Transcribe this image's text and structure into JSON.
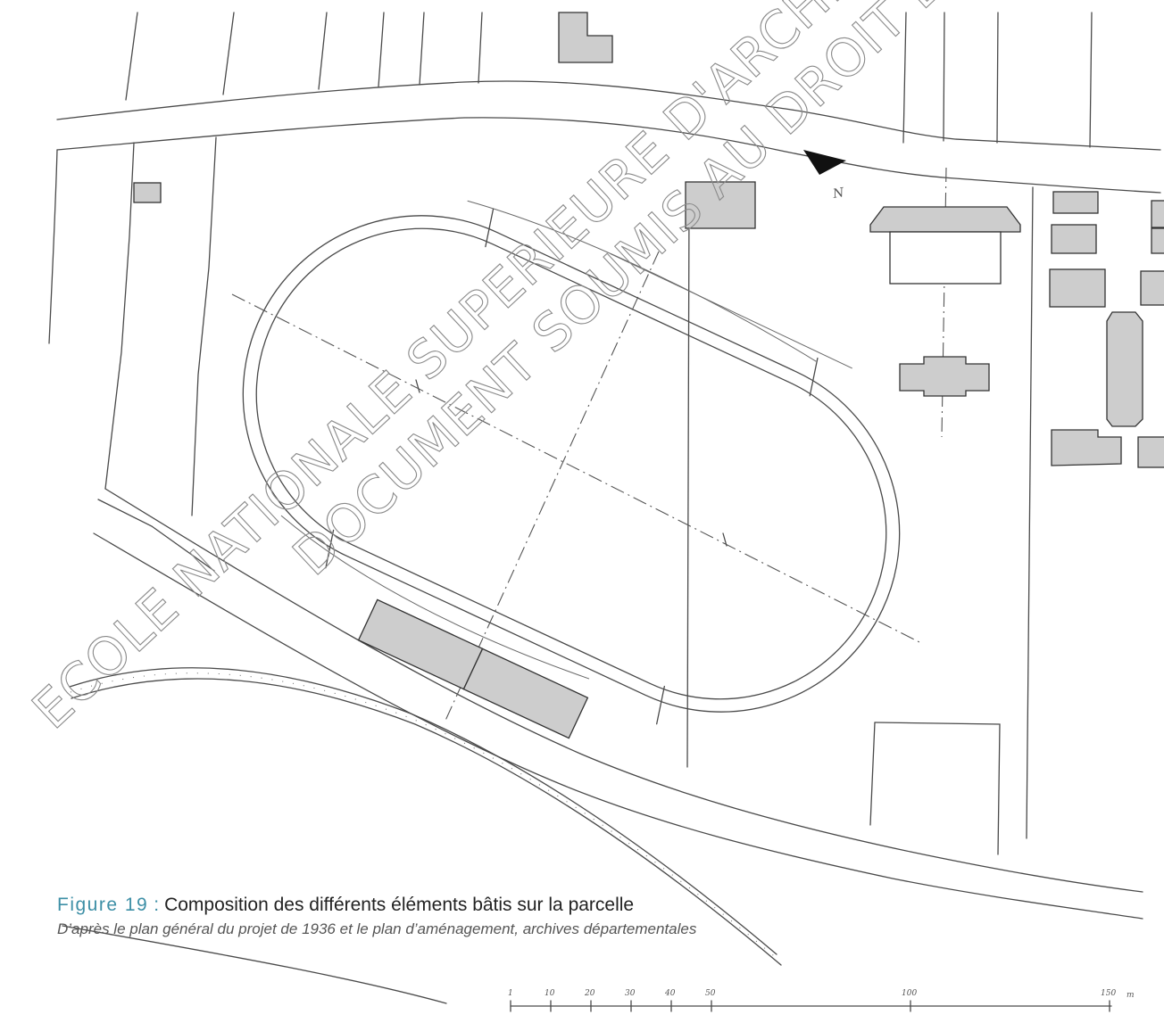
{
  "figure": {
    "number": "Figure 19",
    "separator": ":",
    "title": "Composition des différents éléments bâtis sur la parcelle",
    "source": "D’après le plan général du projet de 1936 et le plan d’aménagement, archives départementales"
  },
  "watermark": {
    "line1": "ECOLE NATIONALE SUPERIEURE D'ARCHITECTURE",
    "line2": "DOCUMENT SOUMIS AU DROIT D'AUTEUR"
  },
  "scale_bar": {
    "ticks": [
      "1",
      "10",
      "20",
      "30",
      "40",
      "50",
      "100",
      "150"
    ],
    "unit": "m"
  },
  "north_marker": {
    "label": "N",
    "icon": "north-arrow-icon"
  },
  "colors": {
    "building_fill": "#cdcdcd",
    "accent": "#3d8fa6",
    "line": "#4a4a4a"
  }
}
